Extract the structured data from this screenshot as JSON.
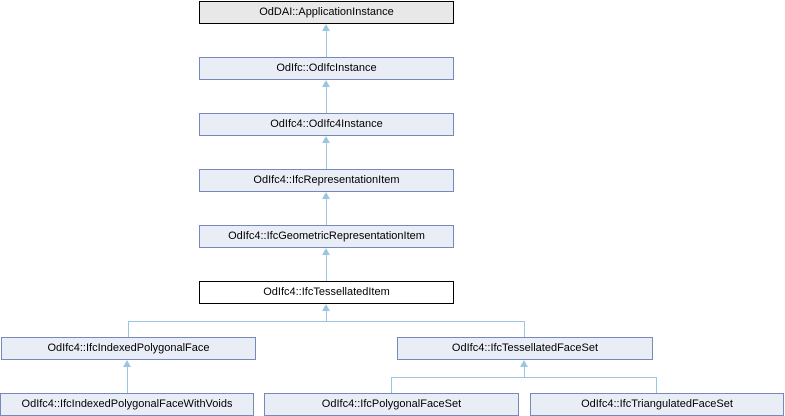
{
  "diagram": {
    "type": "class-inheritance-graph",
    "colors": {
      "background": "#ffffff",
      "edge": "#9cc6e0",
      "class_fill": "#e9edf6",
      "class_border": "#7789ba",
      "external_fill": "#e8e8e8",
      "external_border": "#000000",
      "current_fill": "#ffffff",
      "current_border": "#000000",
      "text": "#000000"
    },
    "nodes": [
      {
        "label": "OdDAI::ApplicationInstance",
        "style": "external"
      },
      {
        "label": "OdIfc::OdIfcInstance",
        "style": "class"
      },
      {
        "label": "OdIfc4::OdIfc4Instance",
        "style": "class"
      },
      {
        "label": "OdIfc4::IfcRepresentationItem",
        "style": "class"
      },
      {
        "label": "OdIfc4::IfcGeometricRepresentationItem",
        "style": "class"
      },
      {
        "label": "OdIfc4::IfcTessellatedItem",
        "style": "current"
      },
      {
        "label": "OdIfc4::IfcIndexedPolygonalFace",
        "style": "class"
      },
      {
        "label": "OdIfc4::IfcTessellatedFaceSet",
        "style": "class"
      },
      {
        "label": "OdIfc4::IfcIndexedPolygonalFaceWithVoids",
        "style": "class"
      },
      {
        "label": "OdIfc4::IfcPolygonalFaceSet",
        "style": "class"
      },
      {
        "label": "OdIfc4::IfcTriangulatedFaceSet",
        "style": "class"
      }
    ],
    "edges": [
      {
        "from": "OdIfc::OdIfcInstance",
        "to": "OdDAI::ApplicationInstance"
      },
      {
        "from": "OdIfc4::OdIfc4Instance",
        "to": "OdIfc::OdIfcInstance"
      },
      {
        "from": "OdIfc4::IfcRepresentationItem",
        "to": "OdIfc4::OdIfc4Instance"
      },
      {
        "from": "OdIfc4::IfcGeometricRepresentationItem",
        "to": "OdIfc4::IfcRepresentationItem"
      },
      {
        "from": "OdIfc4::IfcTessellatedItem",
        "to": "OdIfc4::IfcGeometricRepresentationItem"
      },
      {
        "from": "OdIfc4::IfcIndexedPolygonalFace",
        "to": "OdIfc4::IfcTessellatedItem"
      },
      {
        "from": "OdIfc4::IfcTessellatedFaceSet",
        "to": "OdIfc4::IfcTessellatedItem"
      },
      {
        "from": "OdIfc4::IfcIndexedPolygonalFaceWithVoids",
        "to": "OdIfc4::IfcIndexedPolygonalFace"
      },
      {
        "from": "OdIfc4::IfcPolygonalFaceSet",
        "to": "OdIfc4::IfcTessellatedFaceSet"
      },
      {
        "from": "OdIfc4::IfcTriangulatedFaceSet",
        "to": "OdIfc4::IfcTessellatedFaceSet"
      }
    ]
  }
}
